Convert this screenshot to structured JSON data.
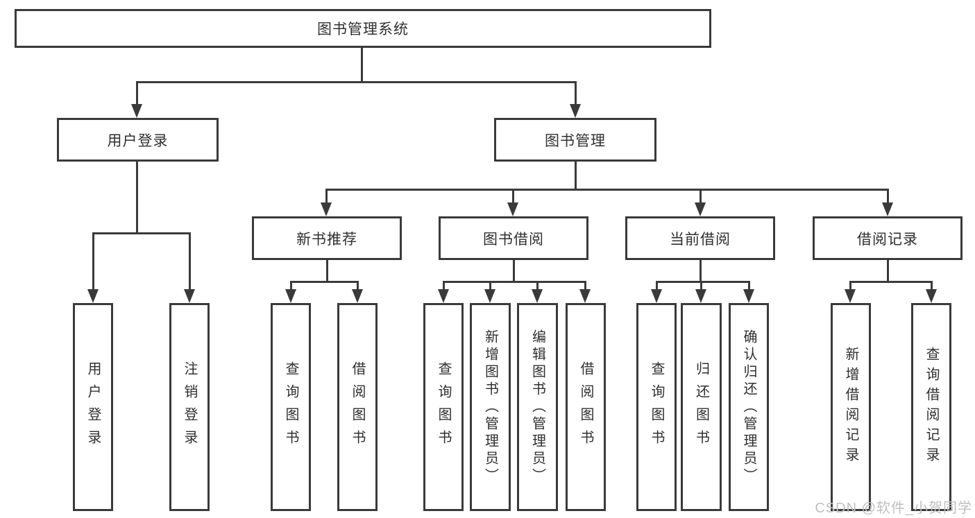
{
  "diagram": {
    "title": "图书管理系统",
    "root": {
      "label": "图书管理系统"
    },
    "level2": {
      "user_login": {
        "label": "用户登录"
      },
      "book_mgmt": {
        "label": "图书管理"
      }
    },
    "level3": {
      "new_book": {
        "label": "新书推荐"
      },
      "book_borrow": {
        "label": "图书借阅"
      },
      "current_borrow": {
        "label": "当前借阅"
      },
      "borrow_record": {
        "label": "借阅记录"
      }
    },
    "leaves": {
      "user_login": [
        "用户登录",
        "注销登录"
      ],
      "new_book": [
        "查询图书",
        "借阅图书"
      ],
      "book_borrow": [
        "查询图书",
        "新增图书（管理员）",
        "编辑图书（管理员）",
        "借阅图书"
      ],
      "current_borrow": [
        "查询图书",
        "归还图书",
        "确认归还（管理员）"
      ],
      "borrow_record": [
        "新增借阅记录",
        "查询借阅记录"
      ]
    }
  },
  "watermark": {
    "text": "CSDN @软件_小贺同学"
  },
  "colors": {
    "line": "#3a3a3a",
    "text": "#2f2f2f",
    "watermark": "#bfbfbf",
    "background": "#ffffff"
  }
}
